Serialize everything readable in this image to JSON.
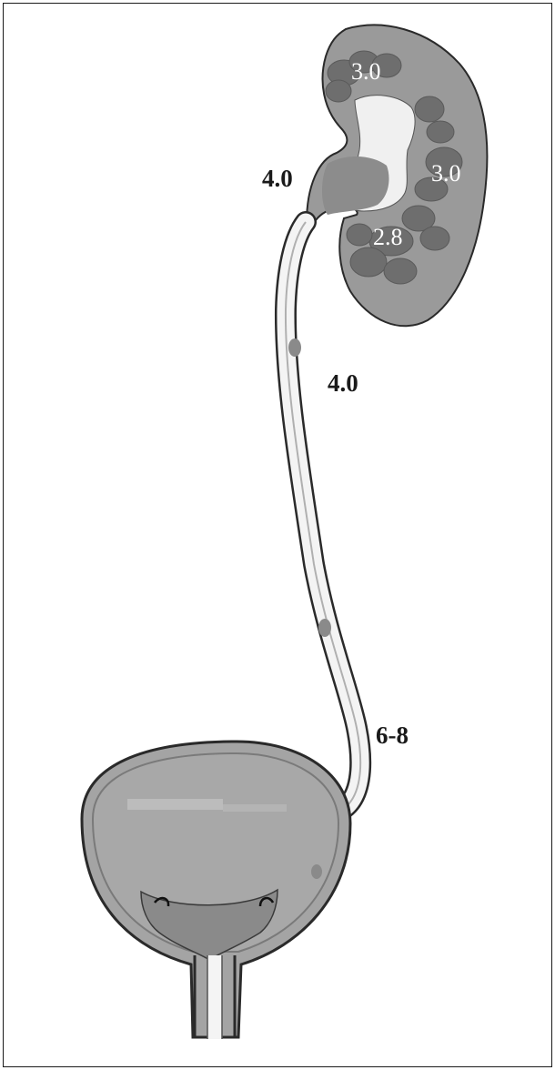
{
  "labels": {
    "kidney_upper_calyx": "3.0",
    "kidney_middle_calyx": "3.0",
    "kidney_lower_calyx": "2.8",
    "pyeloureteral_junction": "4.0",
    "ureter_midportion": "4.0",
    "ureterovesical_junction": "6-8"
  },
  "colors": {
    "outline": "#2a2a2a",
    "tissue_fill": "#9a9a9a",
    "calyx_fill": "#6e6e6e",
    "lumen_fill": "#f4f4f4",
    "bladder_fill": "#a4a4a4",
    "bladder_light_band": "#bcbcbc"
  }
}
